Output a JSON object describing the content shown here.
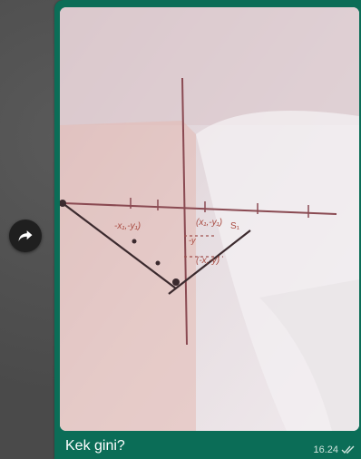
{
  "message": {
    "caption": "Kek gini?",
    "time": "16.24",
    "status_icon": "double-check-icon",
    "forward_icon": "forward-arrow-icon"
  },
  "photo": {
    "sketch": {
      "point_labels": [
        "(x₁,-y₁)",
        "-x₁,-y₁)",
        "(-x,-y)",
        "-y"
      ]
    }
  }
}
